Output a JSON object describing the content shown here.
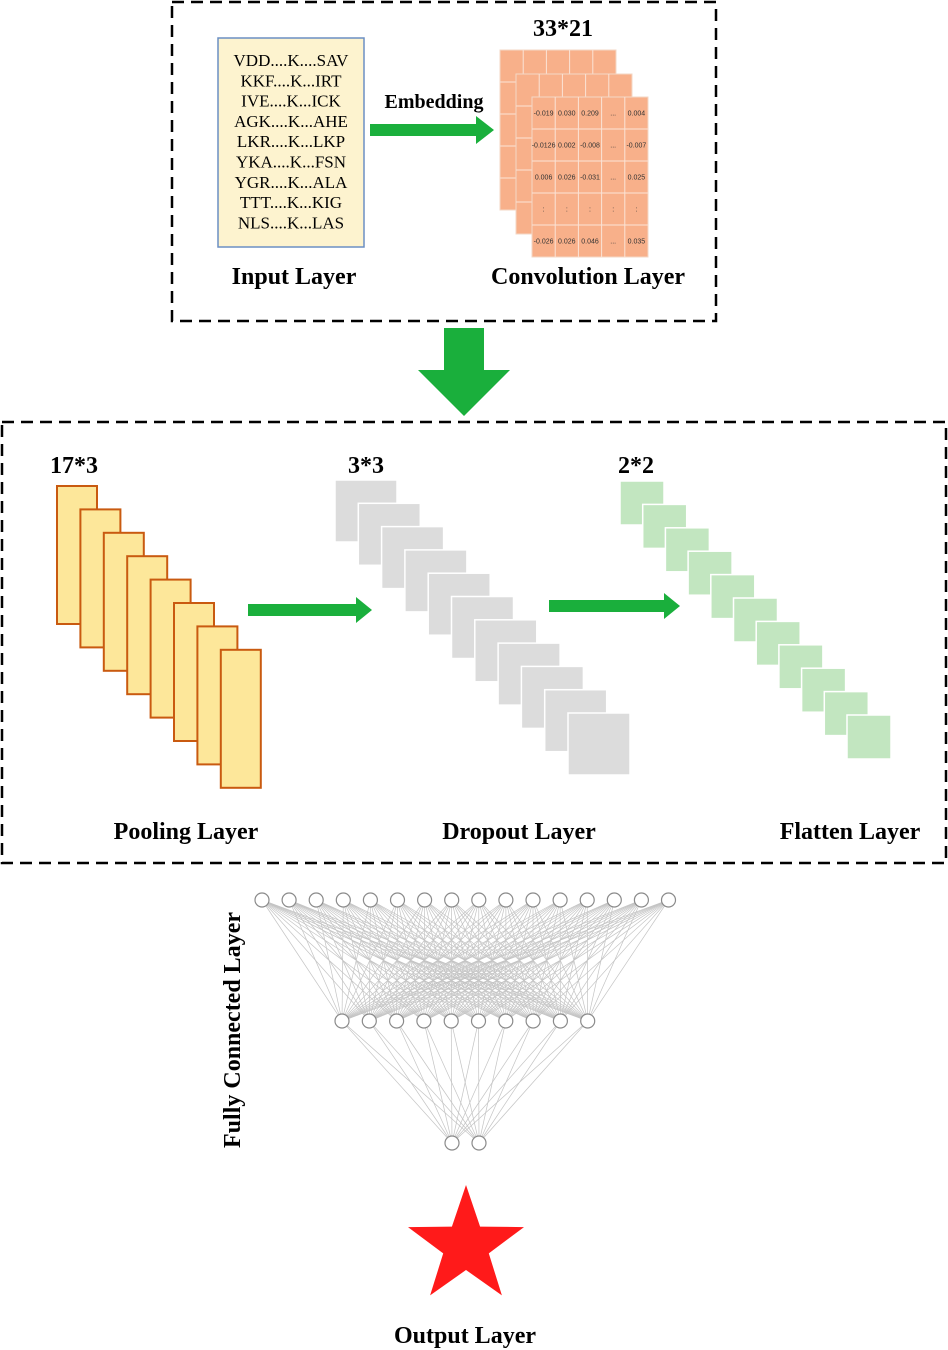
{
  "input_layer": {
    "label": "Input Layer",
    "sequences": [
      "VDD....K....SAV",
      "KKF....K...IRT",
      "IVE....K...ICK",
      "AGK....K...AHE",
      "LKR....K...LKP",
      "YKA....K...FSN",
      "YGR....K...ALA",
      "TTT....K...KIG",
      "NLS....K...LAS"
    ]
  },
  "embedding": {
    "label": "Embedding"
  },
  "convolution_layer": {
    "label": "Convolution Layer",
    "dims": "33*21",
    "matrix_rows": [
      [
        "-0.019",
        "0.030",
        "0.209",
        "...",
        "0.004"
      ],
      [
        "-0.0126",
        "0.002",
        "-0.008",
        "...",
        "-0.007"
      ],
      [
        "0.006",
        "0.026",
        "-0.031",
        "...",
        "0.025"
      ],
      [
        ":",
        ":",
        ":",
        ":",
        ":"
      ],
      [
        "-0.026",
        "0.026",
        "0.046",
        "...",
        "0.035"
      ]
    ]
  },
  "pooling_layer": {
    "label": "Pooling Layer",
    "dims": "17*3"
  },
  "dropout_layer": {
    "label": "Dropout Layer",
    "dims": "3*3"
  },
  "flatten_layer": {
    "label": "Flatten Layer",
    "dims": "2*2"
  },
  "fully_connected_layer": {
    "label": "Fully Connected Layer",
    "layer_sizes": [
      16,
      10,
      2
    ]
  },
  "output_layer": {
    "label": "Output Layer"
  },
  "colors": {
    "arrow": "#1aaf3c",
    "input_box_fill": "#fdf3cf",
    "input_box_border": "#6b8fc4",
    "conv_fill": "#f8b08a",
    "pool_fill": "#fde79a",
    "pool_border": "#c95a10",
    "dropout_fill": "#dcdcdc",
    "flatten_fill": "#c2e6c0",
    "star": "#ff1a1a"
  }
}
